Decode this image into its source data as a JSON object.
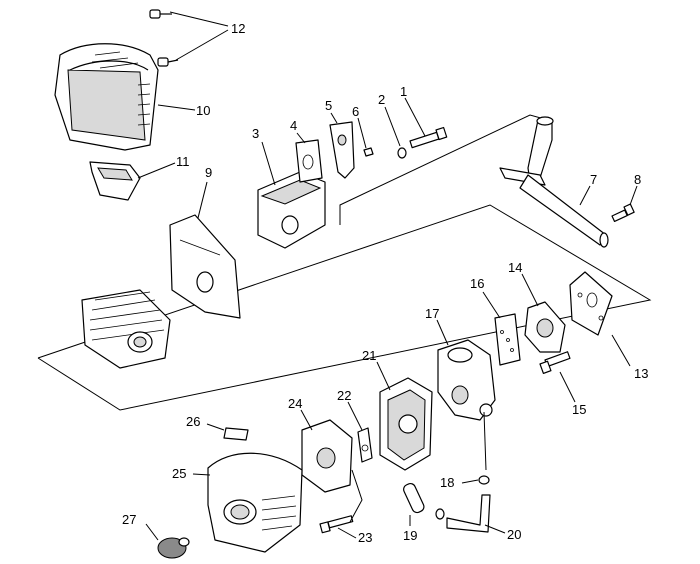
{
  "callouts": {
    "n1": "1",
    "n2": "2",
    "n3": "3",
    "n4": "4",
    "n5": "5",
    "n6": "6",
    "n7": "7",
    "n8": "8",
    "n9": "9",
    "n10": "10",
    "n11": "11",
    "n12": "12",
    "n13": "13",
    "n14": "14",
    "n15": "15",
    "n16": "16",
    "n17": "17",
    "n18": "18",
    "n19": "19",
    "n20": "20",
    "n21": "21",
    "n22": "22",
    "n23": "23",
    "n24": "24",
    "n25": "25",
    "n26": "26",
    "n27": "27"
  }
}
